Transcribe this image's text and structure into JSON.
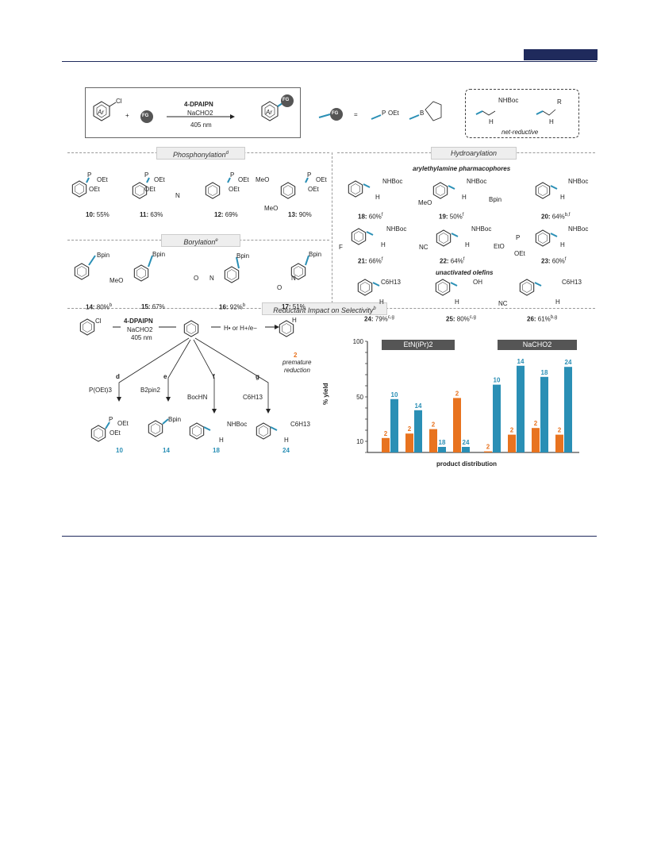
{
  "scheme": {
    "reagent_top": "4-DPAIPN",
    "reagent_mid": "NaCHO2",
    "reagent_bot": "405 nm",
    "plus": "+",
    "ar": "Ar",
    "cl": "Cl",
    "fg": "FG",
    "equals": "=",
    "oet": "OEt",
    "p": "P",
    "o": "O",
    "b": "B",
    "nhboc": "NHBoc",
    "h": "H",
    "r": "R",
    "net_reductive": "net-reductive"
  },
  "sections": {
    "phosphonylation": "Phosphonylation",
    "phosphonylation_sup": "d",
    "borylation": "Borylation",
    "borylation_sup": "e",
    "hydroarylation": "Hydroarylation",
    "reductant": "Reductant Impact on Selectivity",
    "reductant_sup": "b",
    "arylethylamine": "arylethylamine pharmacophores",
    "unactivated": "unactivated olefins"
  },
  "compounds": [
    {
      "id": "10",
      "yield": "55%",
      "sup": ""
    },
    {
      "id": "11",
      "yield": "63%",
      "sup": ""
    },
    {
      "id": "12",
      "yield": "69%",
      "sup": ""
    },
    {
      "id": "13",
      "yield": "90%",
      "sup": ""
    },
    {
      "id": "14",
      "yield": "80%",
      "sup": "b"
    },
    {
      "id": "15",
      "yield": "67%",
      "sup": ""
    },
    {
      "id": "16",
      "yield": "92%",
      "sup": "b"
    },
    {
      "id": "17",
      "yield": "51%",
      "sup": ""
    },
    {
      "id": "18",
      "yield": "60%",
      "sup": "f"
    },
    {
      "id": "19",
      "yield": "50%",
      "sup": "f"
    },
    {
      "id": "20",
      "yield": "64%",
      "sup": "b,f"
    },
    {
      "id": "21",
      "yield": "66%",
      "sup": "f"
    },
    {
      "id": "22",
      "yield": "64%",
      "sup": "f"
    },
    {
      "id": "23",
      "yield": "60%",
      "sup": "f"
    },
    {
      "id": "24",
      "yield": "79%",
      "sup": "c,g"
    },
    {
      "id": "25",
      "yield": "80%",
      "sup": "c,g"
    },
    {
      "id": "26",
      "yield": "61%",
      "sup": "b,g"
    }
  ],
  "labels": {
    "bpin": "Bpin",
    "meo": "MeO",
    "f": "F",
    "nc": "NC",
    "eto": "EtO",
    "oh": "OH",
    "c6h13": "C6H13",
    "n": "N",
    "o": "O",
    "boc_hn": "BocHN",
    "pinb": "B2pin2",
    "poet3": "P(OEt)3",
    "premature": "premature",
    "reduction": "reduction",
    "h_dot": "H• or H+/e−",
    "letters": [
      "d",
      "e",
      "f",
      "g"
    ],
    "two": "2"
  },
  "chart_data": {
    "type": "bar",
    "groups": [
      {
        "name": "EtN(iPr)2",
        "categories": [
          "10",
          "14",
          "18",
          "24"
        ],
        "values": [
          {
            "label": "2",
            "v": 13
          },
          {
            "label": "10",
            "v": 48
          },
          {
            "label": "2",
            "v": 17
          },
          {
            "label": "14",
            "v": 38
          },
          {
            "label": "2",
            "v": 21
          },
          {
            "label": "18",
            "v": 5
          },
          {
            "label": "2",
            "v": 49
          },
          {
            "label": "24",
            "v": 5
          }
        ]
      },
      {
        "name": "NaCHO2",
        "categories": [
          "10",
          "14",
          "18",
          "24"
        ],
        "values": [
          {
            "label": "2",
            "v": 1
          },
          {
            "label": "10",
            "v": 61
          },
          {
            "label": "2",
            "v": 16
          },
          {
            "label": "14",
            "v": 78
          },
          {
            "label": "2",
            "v": 22
          },
          {
            "label": "18",
            "v": 68
          },
          {
            "label": "2",
            "v": 16
          },
          {
            "label": "24",
            "v": 77
          }
        ]
      }
    ],
    "ylabel": "% yield",
    "xlabel": "product distribution",
    "yticks": [
      "10",
      "50",
      "100"
    ],
    "ylim": [
      0,
      100
    ],
    "colors": {
      "two": "#e8731f",
      "product": "#2a8fb5"
    }
  }
}
